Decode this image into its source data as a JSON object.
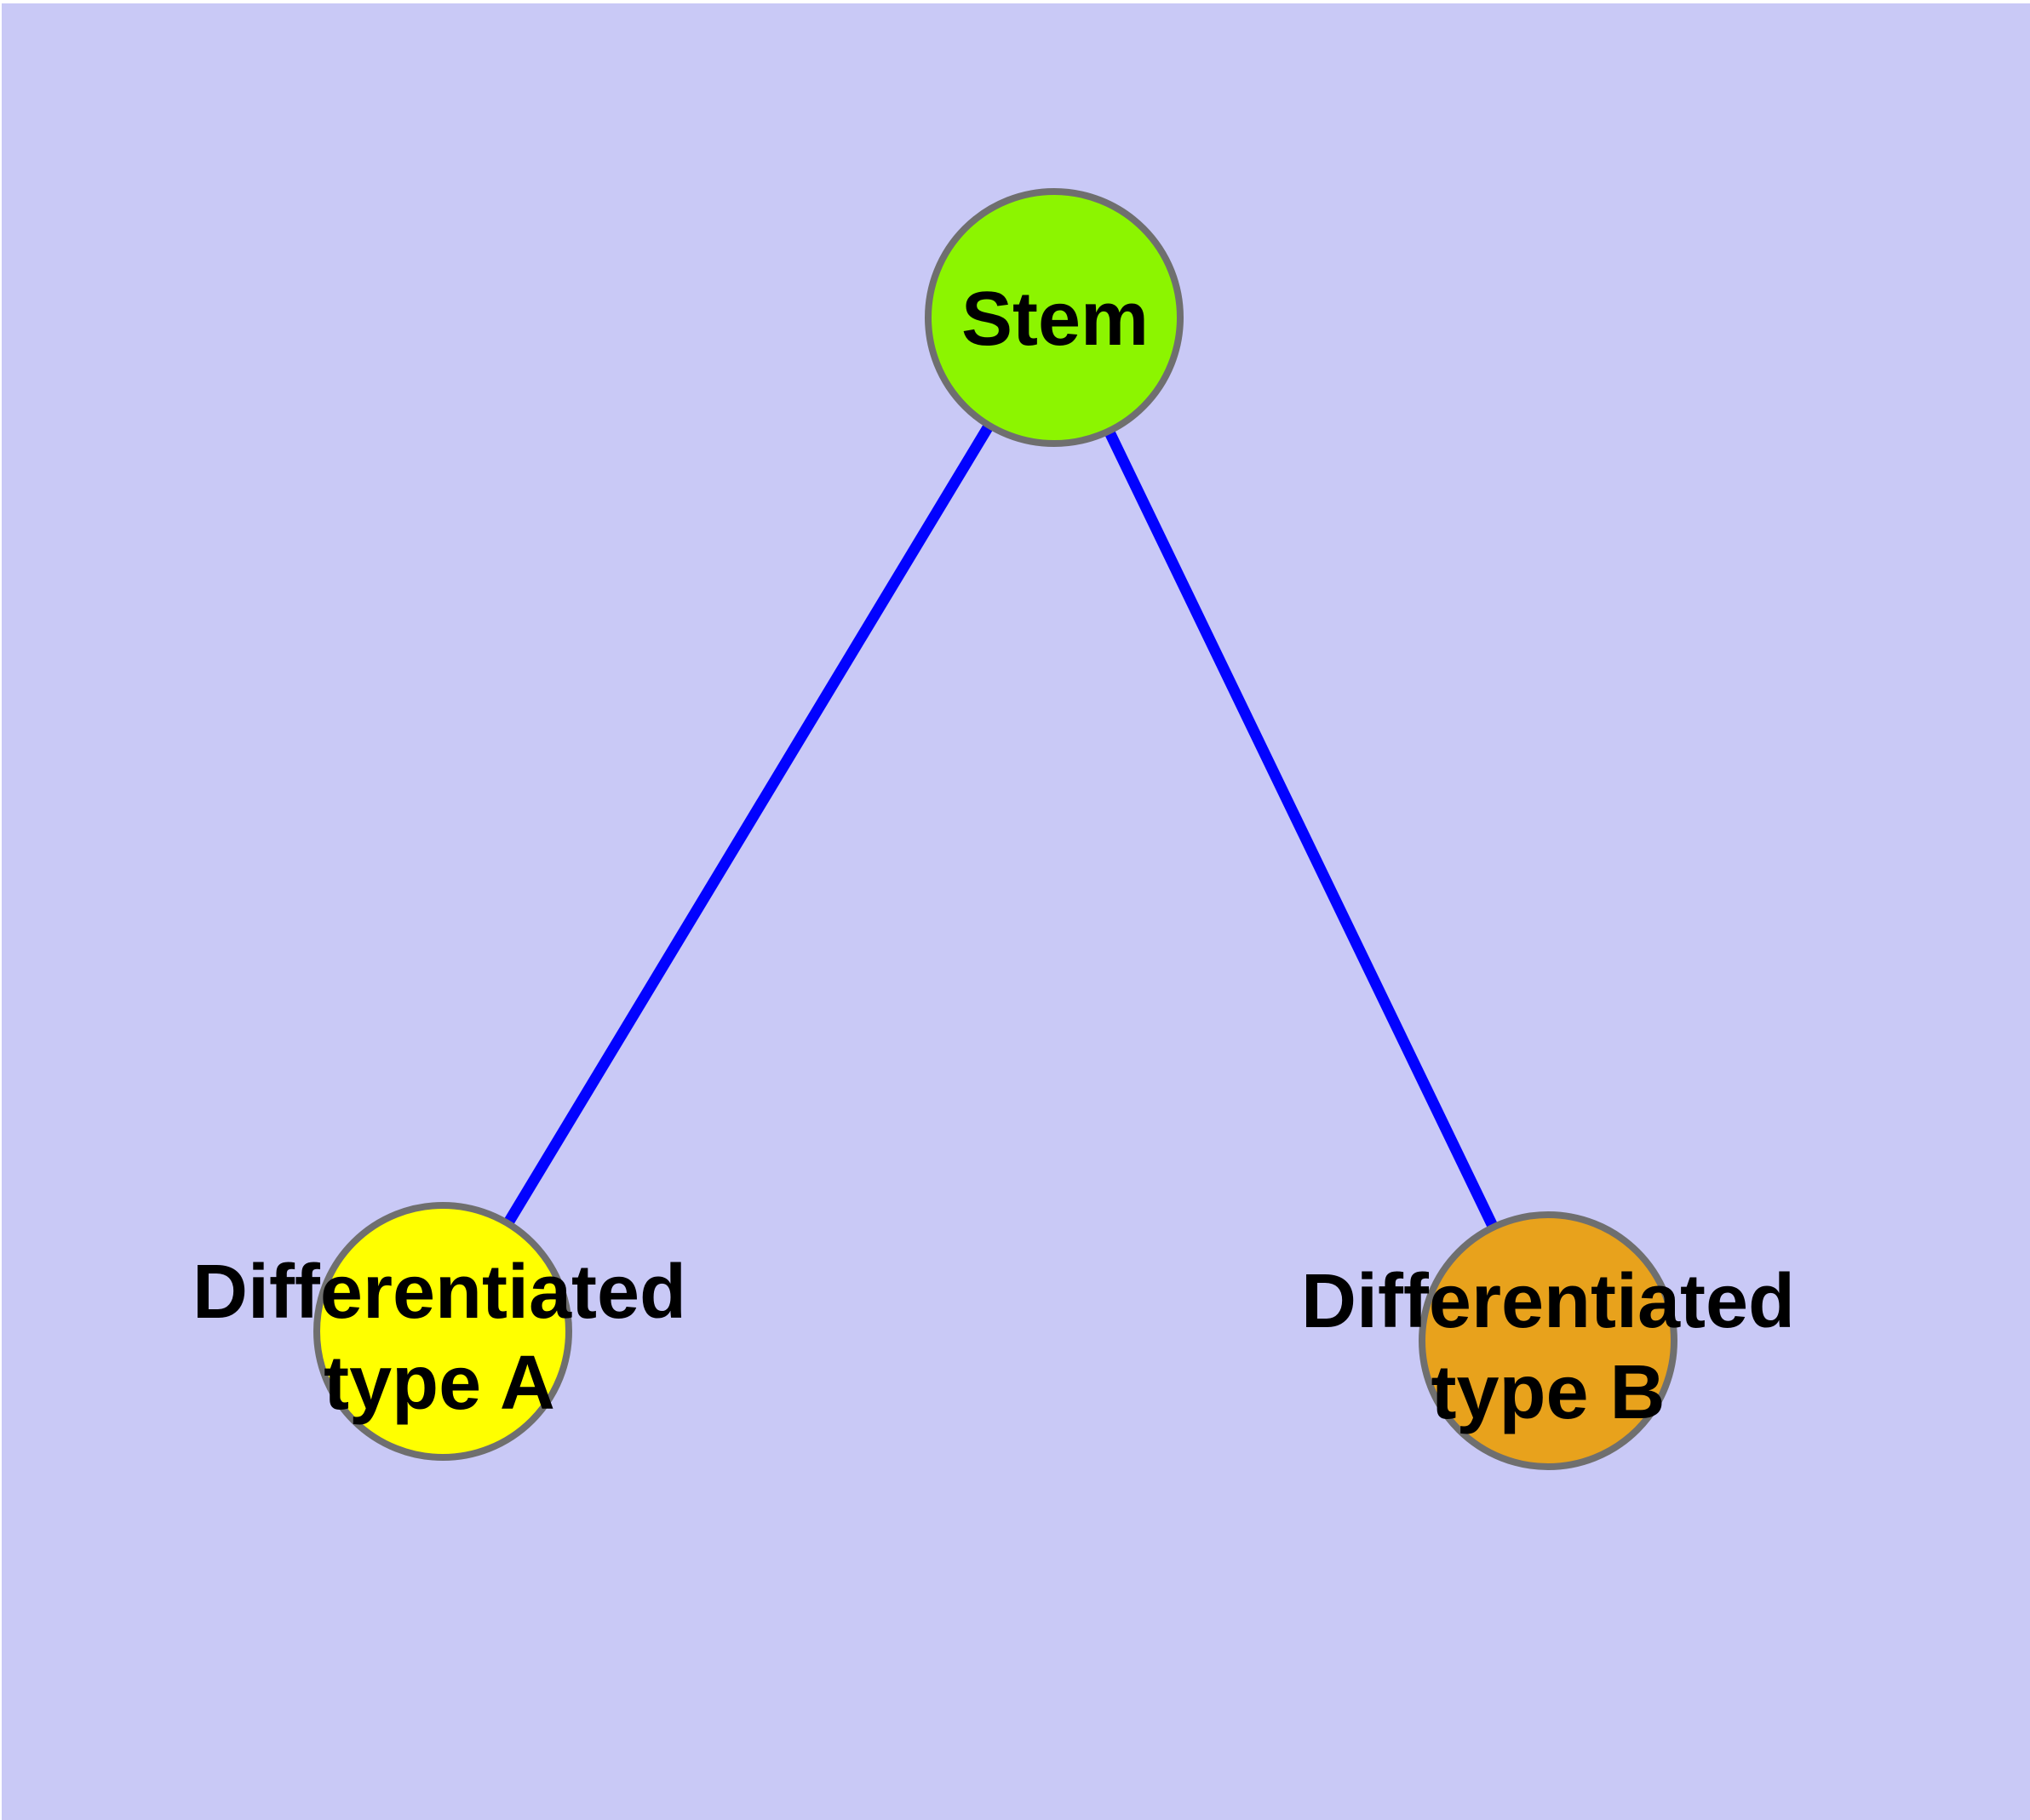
{
  "canvas": {
    "background_color": "#C9C9F6",
    "frame_color": "#FFFFFF"
  },
  "diagram": {
    "type": "node-link-graph",
    "edge_color": "#0202FF",
    "node_border_color": "#6F6F6F",
    "label_color": "#000000",
    "nodes": [
      {
        "id": "stem",
        "label": "Stem",
        "line1": "Stem",
        "fill": "#8CF500"
      },
      {
        "id": "differentiated-type-a",
        "label": "Differentiated type A",
        "line1": "Differentiated",
        "line2": "type A",
        "fill": "#FFFF00"
      },
      {
        "id": "differentiated-type-b",
        "label": "Differentiated type B",
        "line1": "Differentiated",
        "line2": "type B",
        "fill": "#E8A21C"
      }
    ],
    "edges": [
      {
        "from": "Stem",
        "to": "Differentiated type A"
      },
      {
        "from": "Stem",
        "to": "Differentiated type B"
      }
    ]
  }
}
